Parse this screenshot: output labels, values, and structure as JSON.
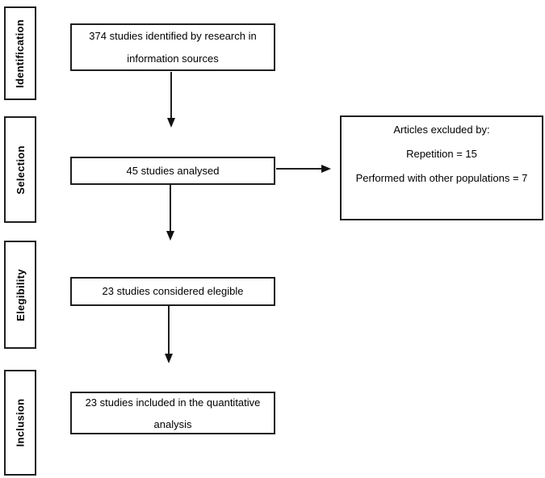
{
  "figure": {
    "type": "prisma-flow-diagram",
    "colors": {
      "background": "#ffffff",
      "border": "#1f1f1f",
      "text": "#000000",
      "arrow": "#1f1f1f"
    },
    "stages": [
      {
        "label": "Identification"
      },
      {
        "label": "Selection"
      },
      {
        "label": "Elegibility"
      },
      {
        "label": "Inclusion"
      }
    ],
    "boxes": {
      "identified": {
        "lines": [
          "374 studies identified by research in",
          "information sources"
        ]
      },
      "analysed": {
        "lines": [
          "45 studies analysed"
        ]
      },
      "eligible": {
        "lines": [
          "23 studies considered elegible"
        ]
      },
      "included": {
        "lines": [
          "23 studies included in the quantitative",
          "analysis"
        ]
      },
      "excluded": {
        "lines": [
          "Articles excluded by:",
          "Repetition = 15",
          "Performed with other populations = 7"
        ]
      }
    }
  }
}
